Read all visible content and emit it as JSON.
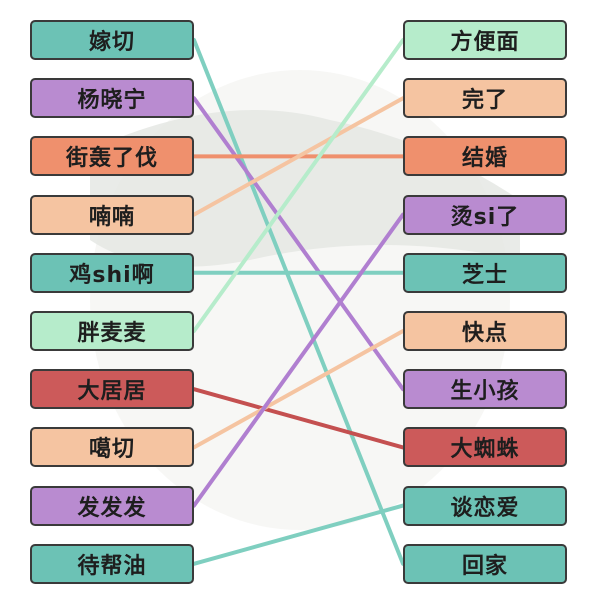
{
  "left_items": [
    {
      "label": "嫁切",
      "color": "#6cc2b5"
    },
    {
      "label": "杨晓宁",
      "color": "#b98bd0"
    },
    {
      "label": "街轰了伐",
      "color": "#ef906d"
    },
    {
      "label": "喃喃",
      "color": "#f5c4a1"
    },
    {
      "label": "鸡shi啊",
      "color": "#6cc2b5"
    },
    {
      "label": "胖麦麦",
      "color": "#b6eccb"
    },
    {
      "label": "大居居",
      "color": "#cc5a5a"
    },
    {
      "label": "噶切",
      "color": "#f5c4a1"
    },
    {
      "label": "发发发",
      "color": "#b98bd0"
    },
    {
      "label": "待帮油",
      "color": "#6cc2b5"
    }
  ],
  "right_items": [
    {
      "label": "方便面",
      "color": "#b6eccb"
    },
    {
      "label": "完了",
      "color": "#f5c4a1"
    },
    {
      "label": "结婚",
      "color": "#ef906d"
    },
    {
      "label": "烫si了",
      "color": "#b98bd0"
    },
    {
      "label": "芝士",
      "color": "#6cc2b5"
    },
    {
      "label": "快点",
      "color": "#f5c4a1"
    },
    {
      "label": "生小孩",
      "color": "#b98bd0"
    },
    {
      "label": "大蜘蛛",
      "color": "#cc5a5a"
    },
    {
      "label": "谈恋爱",
      "color": "#6cc2b5"
    },
    {
      "label": "回家",
      "color": "#6cc2b5"
    }
  ],
  "connections": [
    {
      "from": 0,
      "to": 9,
      "color": "#7fcfc0"
    },
    {
      "from": 1,
      "to": 6,
      "color": "#b07fd0"
    },
    {
      "from": 2,
      "to": 2,
      "color": "#ef906d"
    },
    {
      "from": 3,
      "to": 1,
      "color": "#f5c4a1"
    },
    {
      "from": 4,
      "to": 4,
      "color": "#7fcfc0"
    },
    {
      "from": 5,
      "to": 0,
      "color": "#b6eccb"
    },
    {
      "from": 6,
      "to": 7,
      "color": "#c45050"
    },
    {
      "from": 7,
      "to": 5,
      "color": "#f5c4a1"
    },
    {
      "from": 8,
      "to": 3,
      "color": "#b07fd0"
    },
    {
      "from": 9,
      "to": 8,
      "color": "#7fcfc0"
    }
  ]
}
